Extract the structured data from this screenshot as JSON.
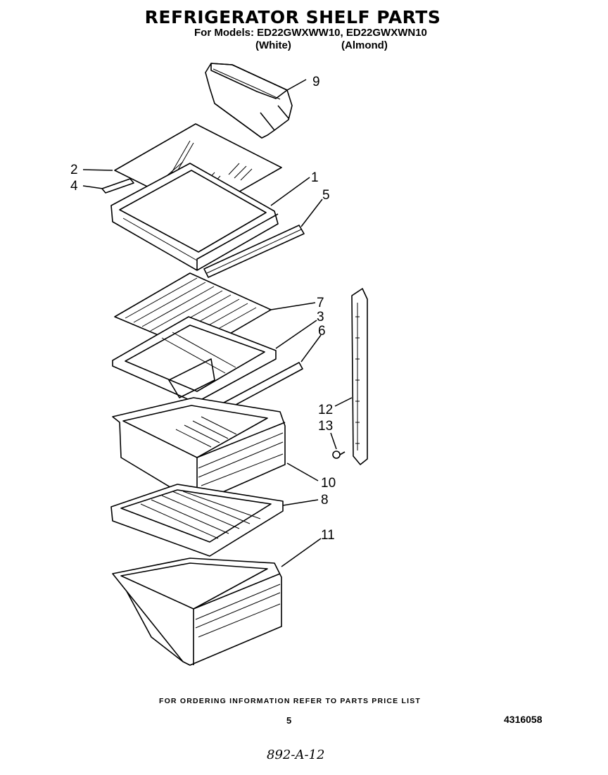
{
  "header": {
    "title": "REFRIGERATOR SHELF PARTS",
    "models_line": "For Models: ED22GWXWW10, ED22GWXWN10",
    "variant_white": "(White)",
    "variant_almond": "(Almond)"
  },
  "callouts": {
    "c1": "1",
    "c2": "2",
    "c3": "3",
    "c4": "4",
    "c5": "5",
    "c6": "6",
    "c7": "7",
    "c8": "8",
    "c9": "9",
    "c10": "10",
    "c11": "11",
    "c12": "12",
    "c13": "13"
  },
  "footer": {
    "note": "FOR ORDERING INFORMATION REFER TO PARTS PRICE LIST",
    "page_number": "5",
    "part_number": "4316058",
    "handwritten": "892-A-12"
  }
}
